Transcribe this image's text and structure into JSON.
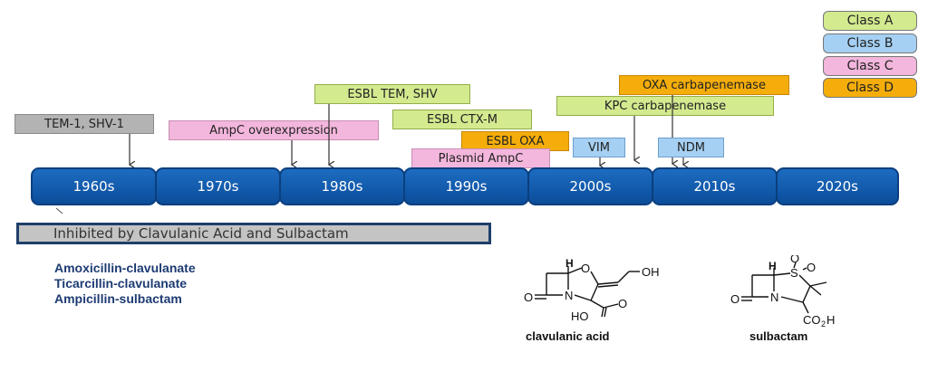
{
  "legend": [
    {
      "label": "Class A",
      "color": "#d3ea8f"
    },
    {
      "label": "Class B",
      "color": "#a5d0f3"
    },
    {
      "label": "Class C",
      "color": "#f3b6dc"
    },
    {
      "label": "Class D",
      "color": "#f4ad0b"
    }
  ],
  "decades": [
    "1960s",
    "1970s",
    "1980s",
    "1990s",
    "2000s",
    "2010s",
    "2020s"
  ],
  "enzymes": [
    {
      "label": "TEM-1, SHV-1",
      "class": "gray"
    },
    {
      "label": "AmpC overexpression",
      "class": "C"
    },
    {
      "label": "ESBL TEM, SHV",
      "class": "A"
    },
    {
      "label": "ESBL CTX-M",
      "class": "A"
    },
    {
      "label": "ESBL OXA",
      "class": "D"
    },
    {
      "label": "Plasmid AmpC",
      "class": "C"
    },
    {
      "label": "VIM",
      "class": "B"
    },
    {
      "label": "KPC carbapenemase",
      "class": "A"
    },
    {
      "label": "OXA carbapenemase",
      "class": "D"
    },
    {
      "label": "NDM",
      "class": "B"
    }
  ],
  "inhibition_banner": "Inhibited by Clavulanic Acid and Sulbactam",
  "drugs": [
    "Amoxicillin-clavulanate",
    "Ticarcillin-clavulanate",
    "Ampicillin-sulbactam"
  ],
  "molecules": [
    {
      "name": "clavulanic acid",
      "atom_labels": [
        "H",
        "O",
        "OH",
        "O",
        "N",
        "HO",
        "O"
      ]
    },
    {
      "name": "sulbactam",
      "atom_labels": [
        "H",
        "S",
        "O",
        "O",
        "O",
        "N",
        "CO",
        "2",
        "H"
      ]
    }
  ]
}
